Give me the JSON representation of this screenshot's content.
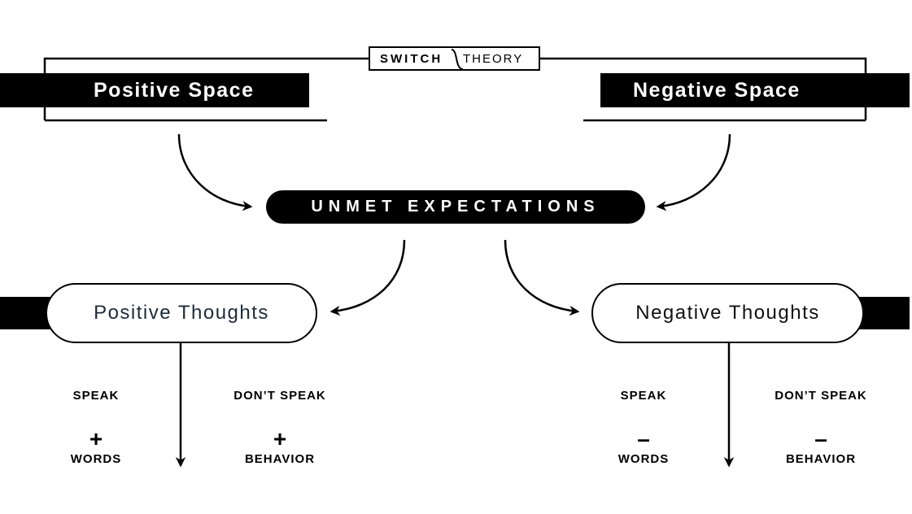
{
  "logo": {
    "left_word": "SWITCH",
    "right_word": "THEORY"
  },
  "spaces": {
    "positive": "Positive Space",
    "negative": "Negative Space"
  },
  "center": {
    "label": "UNMET EXPECTATIONS"
  },
  "thoughts": {
    "positive": "Positive Thoughts",
    "negative": "Negative Thoughts",
    "positive_text_color": "#1e2a3a"
  },
  "outcomes": {
    "positive": {
      "speak": {
        "label": "SPEAK",
        "symbol": "+",
        "result": "WORDS"
      },
      "dont_speak": {
        "label": "DON’T SPEAK",
        "symbol": "+",
        "result": "BEHAVIOR"
      }
    },
    "negative": {
      "speak": {
        "label": "SPEAK",
        "symbol": "–",
        "result": "WORDS"
      },
      "dont_speak": {
        "label": "DON’T SPEAK",
        "symbol": "–",
        "result": "BEHAVIOR"
      }
    }
  }
}
